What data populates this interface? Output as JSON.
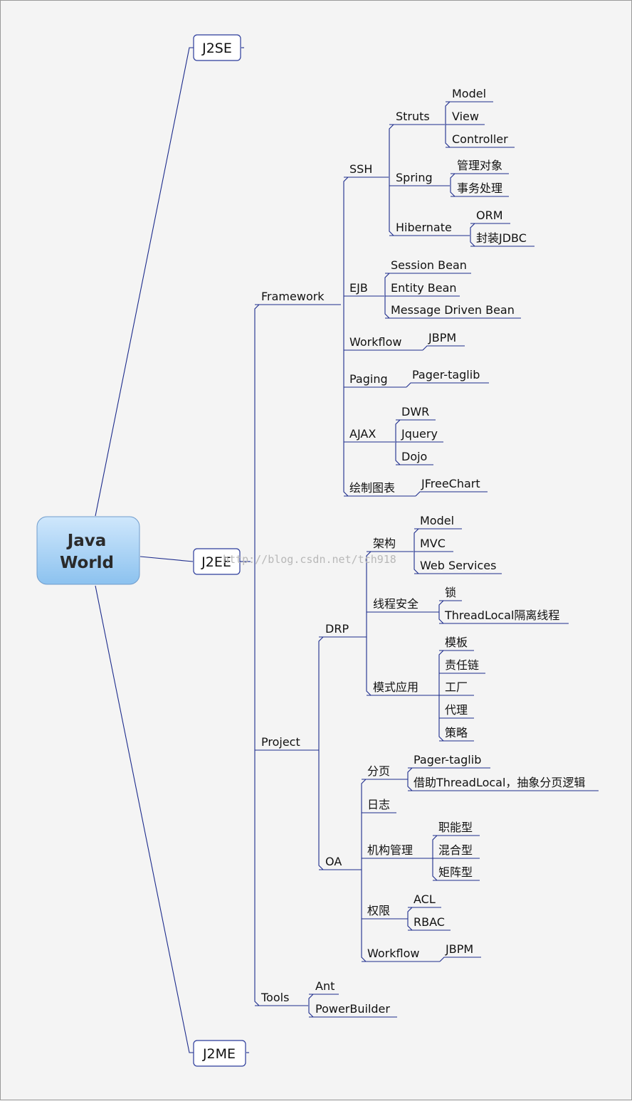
{
  "root": "Java World",
  "branches": {
    "j2se": "J2SE",
    "j2ee": "J2EE",
    "j2me": "J2ME"
  },
  "watermark": "http://blog.csdn.net/tch918",
  "j2ee": {
    "framework": {
      "label": "Framework",
      "ssh": {
        "label": "SSH",
        "struts": {
          "label": "Struts",
          "items": [
            "Model",
            "View",
            "Controller"
          ]
        },
        "spring": {
          "label": "Spring",
          "items": [
            "管理对象",
            "事务处理"
          ]
        },
        "hibernate": {
          "label": "Hibernate",
          "items": [
            "ORM",
            "封装JDBC"
          ]
        }
      },
      "ejb": {
        "label": "EJB",
        "items": [
          "Session Bean",
          "Entity Bean",
          "Message Driven Bean"
        ]
      },
      "workflow": {
        "label": "Workflow",
        "items": [
          "JBPM"
        ]
      },
      "paging": {
        "label": "Paging",
        "items": [
          "Pager-taglib"
        ]
      },
      "ajax": {
        "label": "AJAX",
        "items": [
          "DWR",
          "Jquery",
          "Dojo"
        ]
      },
      "charting": {
        "label": "绘制图表",
        "items": [
          "JFreeChart"
        ]
      }
    },
    "project": {
      "label": "Project",
      "drp": {
        "label": "DRP",
        "architecture": {
          "label": "架构",
          "items": [
            "Model",
            "MVC",
            "Web Services"
          ]
        },
        "thread_safety": {
          "label": "线程安全",
          "items": [
            "锁",
            "ThreadLocal隔离线程"
          ]
        },
        "patterns": {
          "label": "模式应用",
          "items": [
            "模板",
            "责任链",
            "工厂",
            "代理",
            "策略"
          ]
        }
      },
      "oa": {
        "label": "OA",
        "paging": {
          "label": "分页",
          "items": [
            "Pager-taglib",
            "借助ThreadLocal，抽象分页逻辑"
          ]
        },
        "log": {
          "label": "日志"
        },
        "org": {
          "label": "机构管理",
          "items": [
            "职能型",
            "混合型",
            "矩阵型"
          ]
        },
        "perm": {
          "label": "权限",
          "items": [
            "ACL",
            "RBAC"
          ]
        },
        "workflow": {
          "label": "Workflow",
          "items": [
            "JBPM"
          ]
        }
      }
    },
    "tools": {
      "label": "Tools",
      "items": [
        "Ant",
        "PowerBuilder"
      ]
    }
  },
  "colors": {
    "line": "#1c2b8c",
    "root_fill_top": "#c9e4fb",
    "root_fill_bottom": "#8ec4f0",
    "box_border": "#2a3a9a",
    "background": "#f4f4f4"
  }
}
